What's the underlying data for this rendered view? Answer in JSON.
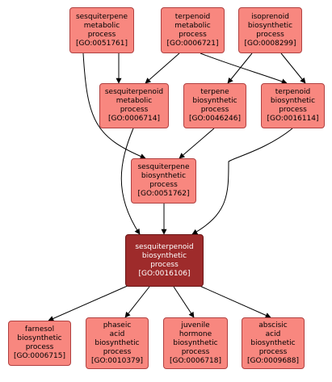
{
  "nodes": {
    "sesq_metabolic": {
      "lines": [
        "sesquiterpene",
        "metabolic",
        "process",
        "[GO:0051761]"
      ]
    },
    "terpenoid_metabolic": {
      "lines": [
        "terpenoid",
        "metabolic",
        "process",
        "[GO:0006721]"
      ]
    },
    "isoprenoid_biosynthetic": {
      "lines": [
        "isoprenoid",
        "biosynthetic",
        "process",
        "[GO:0008299]"
      ]
    },
    "sesquiterpenoid_metabolic": {
      "lines": [
        "sesquiterpenoid",
        "metabolic",
        "process",
        "[GO:0006714]"
      ]
    },
    "terpene_biosynthetic": {
      "lines": [
        "terpene",
        "biosynthetic",
        "process",
        "[GO:0046246]"
      ]
    },
    "terpenoid_biosynthetic": {
      "lines": [
        "terpenoid",
        "biosynthetic",
        "process",
        "[GO:0016114]"
      ]
    },
    "sesq_biosynthetic": {
      "lines": [
        "sesquiterpene",
        "biosynthetic",
        "process",
        "[GO:0051762]"
      ]
    },
    "sesquiterpenoid_biosynthetic": {
      "lines": [
        "sesquiterpenoid",
        "biosynthetic",
        "process",
        "[GO:0016106]"
      ]
    },
    "farnesol_biosynthetic": {
      "lines": [
        "farnesol",
        "biosynthetic",
        "process",
        "[GO:0006715]"
      ]
    },
    "phaseic_biosynthetic": {
      "lines": [
        "phaseic",
        "acid",
        "biosynthetic",
        "process",
        "[GO:0010379]"
      ]
    },
    "juvenile_biosynthetic": {
      "lines": [
        "juvenile",
        "hormone",
        "biosynthetic",
        "process",
        "[GO:0006718]"
      ]
    },
    "abscisic_biosynthetic": {
      "lines": [
        "abscisic",
        "acid",
        "biosynthetic",
        "process",
        "[GO:0009688]"
      ]
    }
  },
  "colors": {
    "node_fill": "#f8877f",
    "focus_fill": "#9e2b2b",
    "edge": "#000000"
  }
}
